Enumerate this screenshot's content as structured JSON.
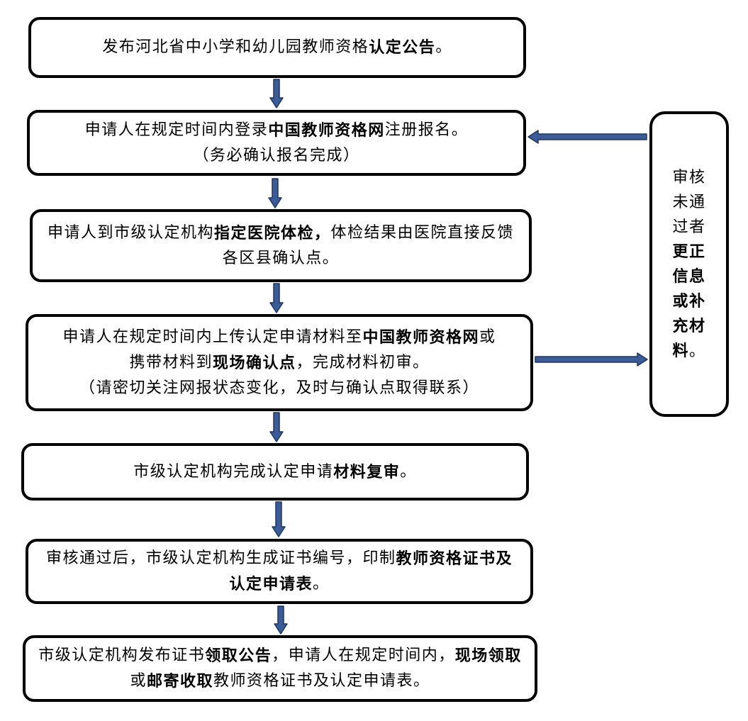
{
  "colors": {
    "arrow_fill": "#3b5c96",
    "arrow_stroke": "#1e3560",
    "box_border": "#000000"
  },
  "steps": [
    {
      "lines": [
        [
          "发布河北省中小学和幼儿园教师资格",
          "认定公告",
          "。"
        ]
      ]
    },
    {
      "lines": [
        [
          "申请人在规定时间内登录",
          "中国教师资格网",
          "注册报名。"
        ],
        [
          "（务必确认报名完成）"
        ]
      ]
    },
    {
      "lines": [
        [
          "申请人到市级认定机构",
          "指定医院体检，",
          "体检结果由医院直接反馈"
        ],
        [
          "各区县确认点。"
        ]
      ]
    },
    {
      "lines": [
        [
          "申请人在规定时间内上传认定申请材料至",
          "中国教师资格网",
          "或"
        ],
        [
          "携带材料到",
          "现场确认点",
          "，完成材料初审。"
        ],
        [
          "（请密切关注网报状态变化，及时与确认点取得联系）"
        ]
      ]
    },
    {
      "lines": [
        [
          "市级认定机构完成认定申请",
          "材料复审",
          "。"
        ]
      ]
    },
    {
      "lines": [
        [
          "审核通过后，市级认定机构生成证书编号，印制",
          "教师资格证书及"
        ],
        [
          "认定申请表",
          "。"
        ]
      ]
    },
    {
      "lines": [
        [
          "市级认定机构发布证书",
          "领取公告",
          "，申请人在规定时间内，",
          "现场领取"
        ],
        [
          "或",
          "邮寄收取",
          "教师资格证书及认定申请表。"
        ]
      ]
    }
  ],
  "side_box": {
    "lines": [
      [
        "审核"
      ],
      [
        "未通"
      ],
      [
        "过者"
      ],
      [
        "更正"
      ],
      [
        "信息"
      ],
      [
        "或补"
      ],
      [
        "充材"
      ],
      [
        "料",
        "。"
      ]
    ]
  }
}
